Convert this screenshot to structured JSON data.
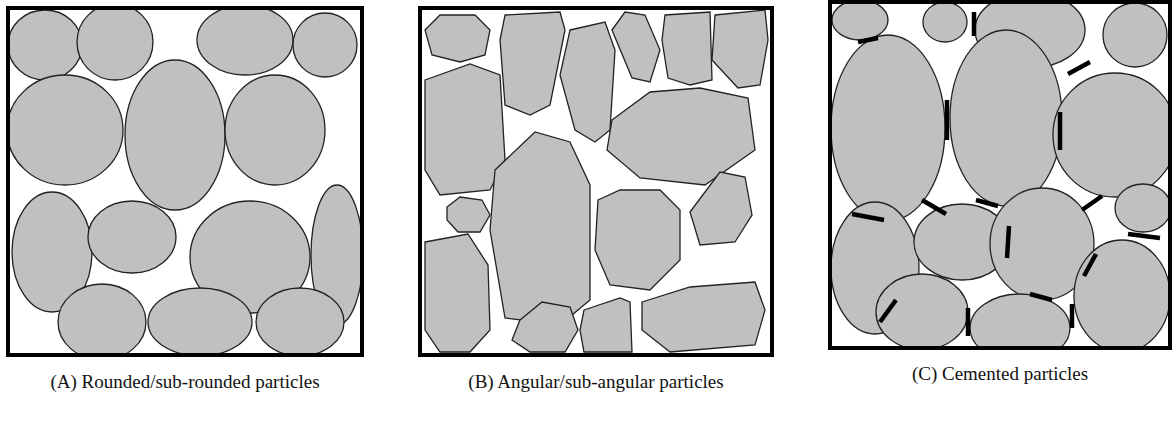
{
  "diagram": {
    "labels": [
      "(A) Rounded/sub-rounded particles",
      "(B) Angular/sub-angular particles",
      "(C) Cemented particles"
    ]
  }
}
